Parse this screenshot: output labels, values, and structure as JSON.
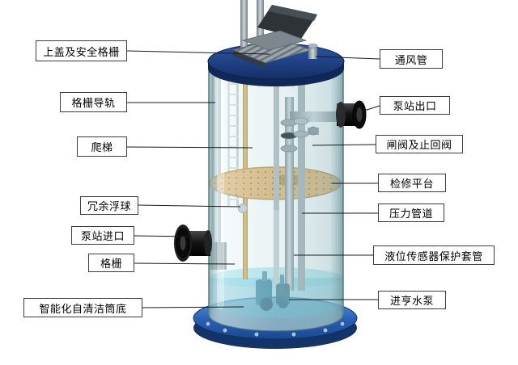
{
  "diagram": {
    "left_labels": [
      {
        "text": "上盖及安全格栅"
      },
      {
        "text": "格栅导轨"
      },
      {
        "text": "爬梯"
      },
      {
        "text": "冗余浮球"
      },
      {
        "text": "泵站进口"
      },
      {
        "text": "格栅"
      },
      {
        "text": "智能化自清洁筒底"
      }
    ],
    "right_labels": [
      {
        "text": "通风管"
      },
      {
        "text": "泵站出口"
      },
      {
        "text": "闸阀及止回阀"
      },
      {
        "text": "检修平台"
      },
      {
        "text": "压力管道"
      },
      {
        "text": "液位传感器保护套管"
      },
      {
        "text": "进亨水泵"
      }
    ],
    "colors": {
      "lid_blue": "#1c3a78",
      "base_blue": "#2a62b8",
      "glass_teal": "#bcd8da",
      "platform_tan": "#dcaa5e",
      "water_teal": "#45b1cc",
      "pipe_black": "#111111",
      "label_border": "#3c3c3c"
    }
  }
}
